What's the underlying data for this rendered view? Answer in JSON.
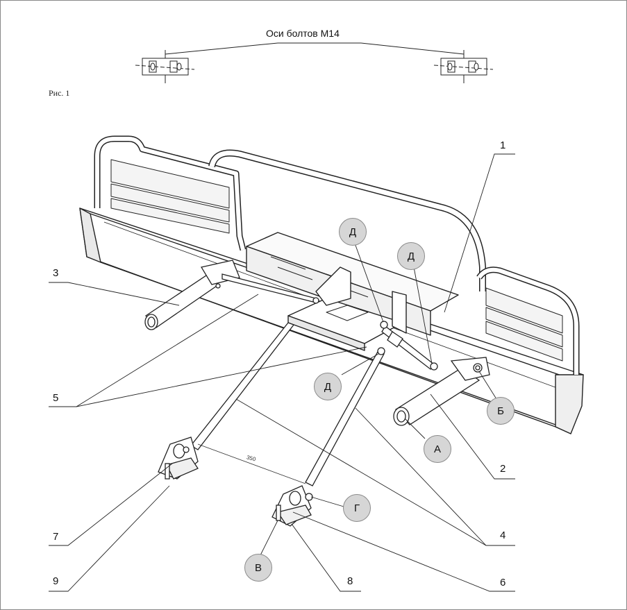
{
  "diagram": {
    "title": "Оси болтов М14",
    "figure_label": "Рис. 1",
    "dimension": "350",
    "part_numbers": [
      "1",
      "2",
      "3",
      "4",
      "5",
      "6",
      "7",
      "8",
      "9"
    ],
    "callouts": [
      "Д",
      "Д",
      "Д",
      "Б",
      "А",
      "Г",
      "В"
    ]
  }
}
